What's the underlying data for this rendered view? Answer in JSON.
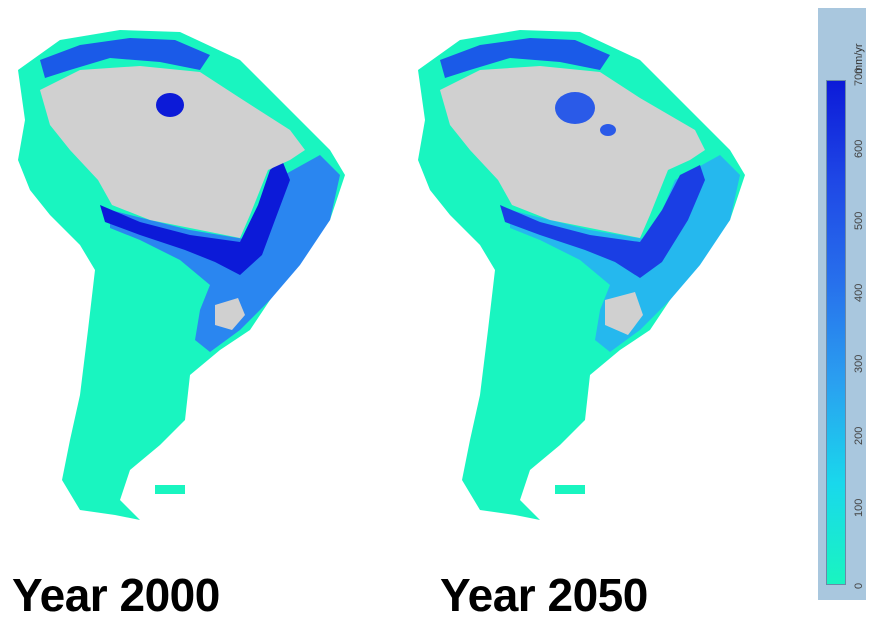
{
  "maps": [
    {
      "id": "map-2000",
      "caption": "Year 2000",
      "variant": 0
    },
    {
      "id": "map-2050",
      "caption": "Year 2050",
      "variant": 1
    }
  ],
  "legend": {
    "unit": "mm/yr",
    "ticks": [
      "0",
      "100",
      "200",
      "300",
      "400",
      "500",
      "600",
      "700"
    ],
    "range": [
      0,
      700
    ],
    "colors": [
      "#19f5c0",
      "#19d8ec",
      "#2aa0f0",
      "#2770ec",
      "#1f48e6",
      "#0c1ad8"
    ]
  },
  "palette": {
    "land_gray": "#d0d0d0",
    "low": "#19f5c0",
    "mid": "#2a86f0",
    "high": "#0c1ad8"
  }
}
